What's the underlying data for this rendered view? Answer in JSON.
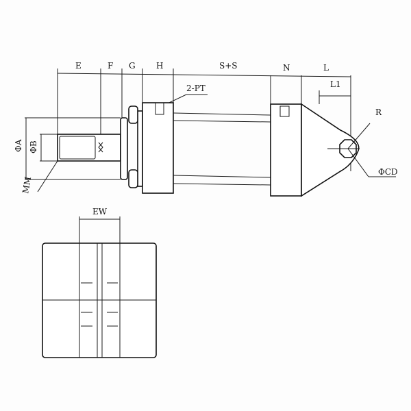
{
  "side_view": {
    "dimensions": {
      "E": "E",
      "F": "F",
      "G": "G",
      "H": "H",
      "SS": "S+S",
      "N": "N",
      "L": "L",
      "L1": "L1"
    },
    "callouts": {
      "port": "2-PT",
      "rod_dia_a": "ΦA",
      "rod_dia_b": "ΦB",
      "thread": "MM",
      "radius": "R",
      "pin_dia": "ΦCD"
    }
  },
  "end_view": {
    "dimensions": {
      "EW": "EW"
    }
  }
}
